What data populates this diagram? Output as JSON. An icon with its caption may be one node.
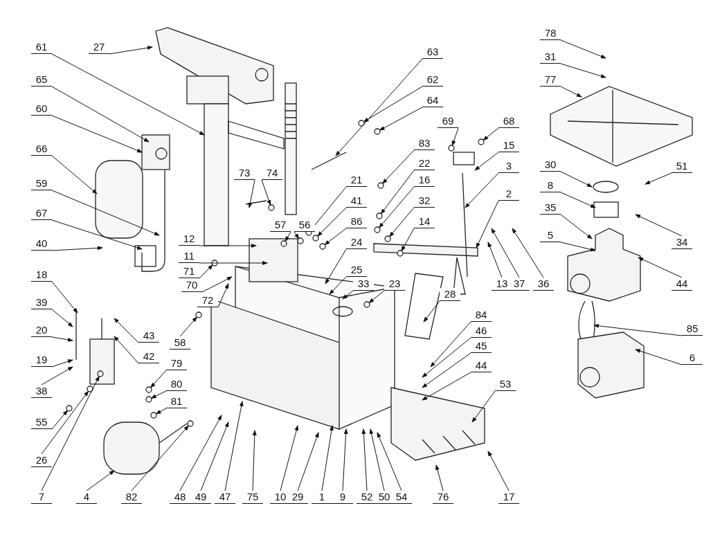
{
  "diagram": {
    "nodes": [
      {
        "text": [
          "61"
        ]
      },
      {
        "text": [
          "27"
        ]
      },
      {
        "text": [
          "65"
        ]
      },
      {
        "text": [
          "60"
        ]
      },
      {
        "text": [
          "66"
        ]
      },
      {
        "text": [
          "59"
        ]
      },
      {
        "text": [
          "67"
        ]
      },
      {
        "text": [
          "40"
        ]
      },
      {
        "text": [
          "18"
        ]
      },
      {
        "text": [
          "39"
        ]
      },
      {
        "text": [
          "20"
        ]
      },
      {
        "text": [
          "19"
        ]
      },
      {
        "text": [
          "38"
        ]
      },
      {
        "text": [
          "55"
        ]
      },
      {
        "text": [
          "26"
        ]
      },
      {
        "text": [
          "7"
        ]
      },
      {
        "text": [
          "4"
        ]
      },
      {
        "text": [
          "82"
        ]
      },
      {
        "text": [
          "48"
        ]
      },
      {
        "text": [
          "49"
        ]
      },
      {
        "text": [
          "47"
        ]
      },
      {
        "text": [
          "75"
        ]
      },
      {
        "text": [
          "10"
        ]
      },
      {
        "text": [
          "29"
        ]
      },
      {
        "text": [
          "1"
        ]
      },
      {
        "text": [
          "9"
        ]
      },
      {
        "text": [
          "52"
        ]
      },
      {
        "text": [
          "50"
        ]
      },
      {
        "text": [
          "54"
        ]
      },
      {
        "text": [
          "76"
        ]
      },
      {
        "text": [
          "17"
        ]
      },
      {
        "text": [
          "53"
        ]
      },
      {
        "text": [
          "44"
        ]
      },
      {
        "text": [
          "45"
        ]
      },
      {
        "text": [
          "46"
        ]
      },
      {
        "text": [
          "84"
        ]
      },
      {
        "text": [
          "6"
        ]
      },
      {
        "text": [
          "85"
        ]
      },
      {
        "text": [
          "44"
        ]
      },
      {
        "text": [
          "36"
        ]
      },
      {
        "text": [
          "37"
        ]
      },
      {
        "text": [
          "13"
        ]
      },
      {
        "text": [
          "34"
        ]
      },
      {
        "text": [
          "51"
        ]
      },
      {
        "text": [
          "30"
        ]
      },
      {
        "text": [
          "8"
        ]
      },
      {
        "text": [
          "35"
        ]
      },
      {
        "text": [
          "5"
        ]
      },
      {
        "text": [
          "77"
        ]
      },
      {
        "text": [
          "31"
        ]
      },
      {
        "text": [
          "78"
        ]
      },
      {
        "text": [
          "68"
        ]
      },
      {
        "text": [
          "69"
        ]
      },
      {
        "text": [
          "15"
        ]
      },
      {
        "text": [
          "3"
        ]
      },
      {
        "text": [
          "2"
        ]
      },
      {
        "text": [
          "14"
        ]
      },
      {
        "text": [
          "32"
        ]
      },
      {
        "text": [
          "16"
        ]
      },
      {
        "text": [
          "22"
        ]
      },
      {
        "text": [
          "83"
        ]
      },
      {
        "text": [
          "63"
        ]
      },
      {
        "text": [
          "62"
        ]
      },
      {
        "text": [
          "64"
        ]
      },
      {
        "text": [
          "21"
        ]
      },
      {
        "text": [
          "41"
        ]
      },
      {
        "text": [
          "86"
        ]
      },
      {
        "text": [
          "24"
        ]
      },
      {
        "text": [
          "25"
        ]
      },
      {
        "text": [
          "33"
        ]
      },
      {
        "text": [
          "23"
        ]
      },
      {
        "text": [
          "28"
        ]
      },
      {
        "text": [
          "57"
        ]
      },
      {
        "text": [
          "56"
        ]
      },
      {
        "text": [
          "73"
        ]
      },
      {
        "text": [
          "74"
        ]
      },
      {
        "text": [
          "12"
        ]
      },
      {
        "text": [
          "11"
        ]
      },
      {
        "text": [
          "71"
        ]
      },
      {
        "text": [
          "70"
        ]
      },
      {
        "text": [
          "72"
        ]
      },
      {
        "text": [
          "43"
        ]
      },
      {
        "text": [
          "42"
        ]
      },
      {
        "text": [
          "58"
        ]
      },
      {
        "text": [
          "79"
        ]
      },
      {
        "text": [
          "80"
        ]
      },
      {
        "text": [
          "81"
        ]
      },
      {
        "text": [],
        "shape": "circle"
      },
      {
        "text": [],
        "shape": "circle"
      },
      {
        "text": [],
        "shape": "circle"
      },
      {
        "text": [],
        "shape": "circle"
      },
      {
        "text": [],
        "shape": "circle"
      },
      {
        "text": [],
        "shape": "circle"
      },
      {
        "text": [],
        "shape": "circle"
      },
      {
        "text": [],
        "shape": "circle"
      },
      {
        "text": [],
        "shape": "circle"
      },
      {
        "text": [],
        "shape": "circle"
      },
      {
        "text": [],
        "shape": "circle"
      },
      {
        "text": [],
        "shape": "circle"
      },
      {
        "text": [],
        "shape": "circle"
      },
      {
        "text": [],
        "shape": "circle"
      },
      {
        "text": [],
        "shape": "circle"
      },
      {
        "text": [],
        "shape": "circle"
      },
      {
        "text": [],
        "shape": "circle"
      },
      {
        "text": [],
        "shape": "circle"
      },
      {
        "text": [],
        "shape": "circle"
      },
      {
        "text": [],
        "shape": "circle"
      },
      {
        "text": [],
        "shape": "circle"
      },
      {
        "text": [],
        "shape": "circle"
      },
      {
        "text": [],
        "shape": "circle"
      },
      {
        "text": [],
        "shape": "circle"
      },
      {
        "text": [],
        "shape": "circle"
      }
    ],
    "edges": [
      {
        "from": 0,
        "to": null,
        "arrow": "to"
      },
      {
        "from": 1,
        "to": null,
        "arrow": "to"
      },
      {
        "from": 2,
        "to": null,
        "arrow": "to"
      },
      {
        "from": 3,
        "to": null,
        "arrow": "to"
      },
      {
        "from": 4,
        "to": null,
        "arrow": "to"
      },
      {
        "from": 5,
        "to": null,
        "arrow": "to"
      },
      {
        "from": 6,
        "to": null,
        "arrow": "to"
      },
      {
        "from": 7,
        "to": null,
        "arrow": "to"
      },
      {
        "from": 8,
        "to": null,
        "arrow": "to"
      },
      {
        "from": 9,
        "to": null,
        "arrow": "to"
      },
      {
        "from": 10,
        "to": null,
        "arrow": "to"
      },
      {
        "from": 11,
        "to": null,
        "arrow": "to"
      },
      {
        "from": 12,
        "to": null,
        "arrow": "to"
      },
      {
        "from": 13,
        "to": 87,
        "arrow": "to"
      },
      {
        "from": 14,
        "to": 106,
        "arrow": "to"
      },
      {
        "from": 15,
        "to": 107,
        "arrow": "to"
      },
      {
        "from": 16,
        "to": null,
        "arrow": "to"
      },
      {
        "from": 17,
        "to": 88,
        "arrow": "to"
      },
      {
        "from": 18,
        "to": null,
        "arrow": "to"
      },
      {
        "from": 19,
        "to": null,
        "arrow": "to"
      },
      {
        "from": 20,
        "to": null,
        "arrow": "to"
      },
      {
        "from": 21,
        "to": null,
        "arrow": "to"
      },
      {
        "from": 22,
        "to": null,
        "arrow": "to"
      },
      {
        "from": 23,
        "to": null,
        "arrow": "to"
      },
      {
        "from": 24,
        "to": null,
        "arrow": "to"
      },
      {
        "from": 25,
        "to": null,
        "arrow": "to"
      },
      {
        "from": 26,
        "to": null,
        "arrow": "to"
      },
      {
        "from": 27,
        "to": null,
        "arrow": "to"
      },
      {
        "from": 28,
        "to": null,
        "arrow": "to"
      },
      {
        "from": 29,
        "to": null,
        "arrow": "to"
      },
      {
        "from": 30,
        "to": null,
        "arrow": "to"
      },
      {
        "from": 31,
        "to": null,
        "arrow": "to"
      },
      {
        "from": 32,
        "to": null,
        "arrow": "to"
      },
      {
        "from": 33,
        "to": null,
        "arrow": "to"
      },
      {
        "from": 34,
        "to": null,
        "arrow": "to"
      },
      {
        "from": 35,
        "to": null,
        "arrow": "to"
      },
      {
        "from": 36,
        "to": null,
        "arrow": "to"
      },
      {
        "from": 37,
        "to": null,
        "arrow": "to"
      },
      {
        "from": 38,
        "to": null,
        "arrow": "to"
      },
      {
        "from": 39,
        "to": null,
        "arrow": "to"
      },
      {
        "from": 40,
        "to": null,
        "arrow": "to"
      },
      {
        "from": 41,
        "to": null,
        "arrow": "to"
      },
      {
        "from": 42,
        "to": null,
        "arrow": "to"
      },
      {
        "from": 43,
        "to": null,
        "arrow": "to"
      },
      {
        "from": 44,
        "to": null,
        "arrow": "to"
      },
      {
        "from": 45,
        "to": null,
        "arrow": "to"
      },
      {
        "from": 46,
        "to": null,
        "arrow": "to"
      },
      {
        "from": 47,
        "to": null,
        "arrow": "to"
      },
      {
        "from": 48,
        "to": null,
        "arrow": "to"
      },
      {
        "from": 49,
        "to": null,
        "arrow": "to"
      },
      {
        "from": 50,
        "to": null,
        "arrow": "to"
      },
      {
        "from": 51,
        "to": 89,
        "arrow": "to"
      },
      {
        "from": 52,
        "to": 108,
        "arrow": "to"
      },
      {
        "from": 53,
        "to": null,
        "arrow": "to"
      },
      {
        "from": 54,
        "to": null,
        "arrow": "to"
      },
      {
        "from": 55,
        "to": null,
        "arrow": "to"
      },
      {
        "from": 56,
        "to": 90,
        "arrow": "to"
      },
      {
        "from": 57,
        "to": 91,
        "arrow": "to"
      },
      {
        "from": 58,
        "to": 92,
        "arrow": "to"
      },
      {
        "from": 59,
        "to": 93,
        "arrow": "to"
      },
      {
        "from": 60,
        "to": 94,
        "arrow": "to"
      },
      {
        "from": 61,
        "to": null,
        "arrow": "to"
      },
      {
        "from": 62,
        "to": 109,
        "arrow": "to"
      },
      {
        "from": 63,
        "to": 95,
        "arrow": "to"
      },
      {
        "from": 64,
        "to": 96,
        "arrow": "to"
      },
      {
        "from": 65,
        "to": 97,
        "arrow": "to"
      },
      {
        "from": 66,
        "to": 98,
        "arrow": "to"
      },
      {
        "from": 67,
        "to": null,
        "arrow": "to"
      },
      {
        "from": 68,
        "to": null,
        "arrow": "to"
      },
      {
        "from": 69,
        "to": null,
        "arrow": "to"
      },
      {
        "from": 70,
        "to": 99,
        "arrow": "to"
      },
      {
        "from": 71,
        "to": null,
        "arrow": "to"
      },
      {
        "from": 72,
        "to": 110,
        "arrow": "to"
      },
      {
        "from": 73,
        "to": 100,
        "arrow": "to"
      },
      {
        "from": 74,
        "to": null,
        "arrow": "to"
      },
      {
        "from": 75,
        "to": 101,
        "arrow": "to"
      },
      {
        "from": 76,
        "to": null,
        "arrow": "to"
      },
      {
        "from": 77,
        "to": null,
        "arrow": "to"
      },
      {
        "from": 78,
        "to": 102,
        "arrow": "to"
      },
      {
        "from": 79,
        "to": null,
        "arrow": "to"
      },
      {
        "from": 80,
        "to": null,
        "arrow": "to"
      },
      {
        "from": 81,
        "to": null,
        "arrow": "to"
      },
      {
        "from": 82,
        "to": null,
        "arrow": "to"
      },
      {
        "from": 83,
        "to": 103,
        "arrow": "to"
      },
      {
        "from": 84,
        "to": 104,
        "arrow": "to"
      },
      {
        "from": 85,
        "to": 105,
        "arrow": "to"
      },
      {
        "from": 86,
        "to": 111,
        "arrow": "to"
      }
    ]
  }
}
